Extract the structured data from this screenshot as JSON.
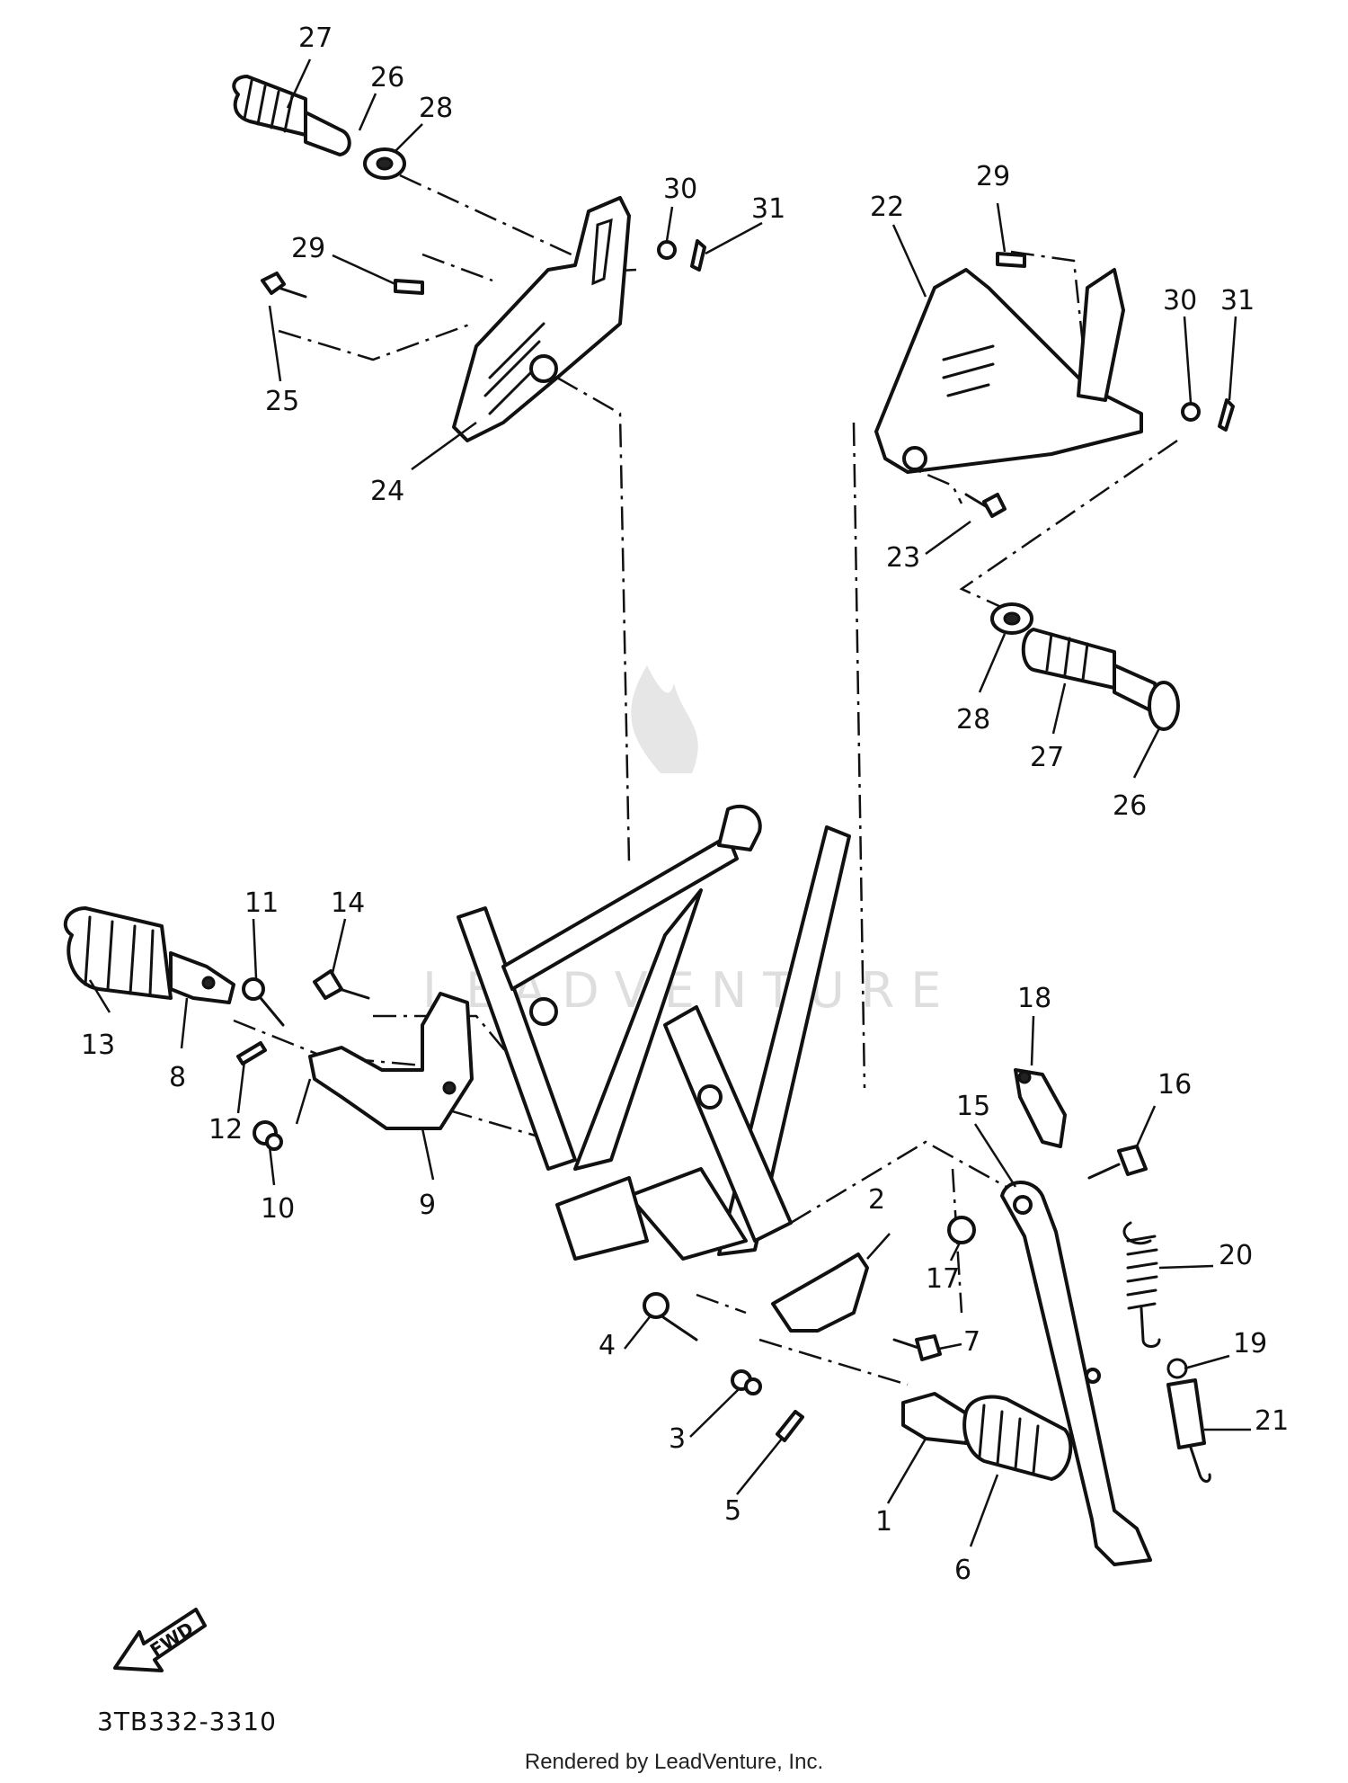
{
  "diagram_code": "3TB332-3310",
  "credit": "Rendered by LeadVenture, Inc.",
  "watermark": "LEADVENTURE",
  "fwd_label": "FWD",
  "callouts": [
    "1",
    "2",
    "3",
    "4",
    "5",
    "6",
    "7",
    "8",
    "9",
    "10",
    "11",
    "12",
    "13",
    "14",
    "15",
    "16",
    "17",
    "18",
    "19",
    "20",
    "21",
    "22",
    "23",
    "24",
    "25",
    "26",
    "27",
    "28",
    "29",
    "30",
    "31"
  ],
  "callout_repeats": [
    "26",
    "27",
    "28",
    "29",
    "30",
    "31"
  ]
}
